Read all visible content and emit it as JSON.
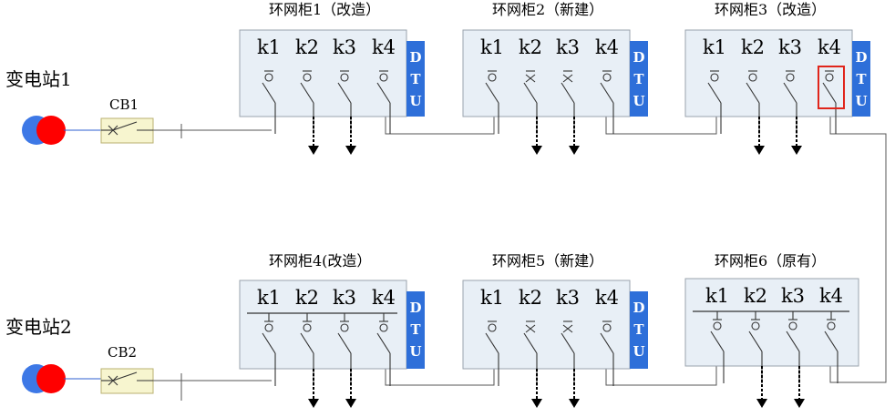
{
  "colors": {
    "cabinet_fill": "#e8eff6",
    "cabinet_border": "#9aa3ad",
    "dtu_fill": "#2e6fd9",
    "cb_fill": "#f7f5cf",
    "substation_red": "#ff0000",
    "substation_blue": "#3d78e6",
    "highlight": "#e0251b",
    "wire": "#555555"
  },
  "substations": [
    {
      "label": "变电站1",
      "breaker": "CB1"
    },
    {
      "label": "变电站2",
      "breaker": "CB2"
    }
  ],
  "cabinets": [
    {
      "id": "c1",
      "title": "环网柜1（改造）",
      "dtu": [
        "D",
        "T",
        "U"
      ],
      "switches": [
        {
          "label": "k1",
          "type": "closed-open",
          "highlight": false,
          "busbar": false
        },
        {
          "label": "k2",
          "type": "closed-open",
          "highlight": false,
          "busbar": false
        },
        {
          "label": "k3",
          "type": "closed-open",
          "highlight": false,
          "busbar": false
        },
        {
          "label": "k4",
          "type": "closed-open",
          "highlight": false,
          "busbar": false
        }
      ]
    },
    {
      "id": "c2",
      "title": "环网柜2（新建）",
      "dtu": [
        "D",
        "T",
        "U"
      ],
      "switches": [
        {
          "label": "k1",
          "type": "load",
          "highlight": false,
          "busbar": false
        },
        {
          "label": "k2",
          "type": "breaker",
          "highlight": false,
          "busbar": false
        },
        {
          "label": "k3",
          "type": "breaker",
          "highlight": false,
          "busbar": false
        },
        {
          "label": "k4",
          "type": "load",
          "highlight": false,
          "busbar": false
        }
      ]
    },
    {
      "id": "c3",
      "title": "环网柜3（改造）",
      "dtu": [
        "D",
        "T",
        "U"
      ],
      "switches": [
        {
          "label": "k1",
          "type": "load",
          "highlight": false,
          "busbar": false
        },
        {
          "label": "k2",
          "type": "load",
          "highlight": false,
          "busbar": false
        },
        {
          "label": "k3",
          "type": "load",
          "highlight": false,
          "busbar": false
        },
        {
          "label": "k4",
          "type": "load",
          "highlight": true,
          "busbar": false
        }
      ]
    },
    {
      "id": "c4",
      "title": "环网柜4(改造）",
      "dtu": [
        "D",
        "T",
        "U"
      ],
      "switches": [
        {
          "label": "k1",
          "type": "load",
          "highlight": false,
          "busbar": true
        },
        {
          "label": "k2",
          "type": "load",
          "highlight": false,
          "busbar": true
        },
        {
          "label": "k3",
          "type": "load",
          "highlight": false,
          "busbar": true
        },
        {
          "label": "k4",
          "type": "load",
          "highlight": false,
          "busbar": true
        }
      ]
    },
    {
      "id": "c5",
      "title": "环网柜5（新建）",
      "dtu": [
        "D",
        "T",
        "U"
      ],
      "switches": [
        {
          "label": "k1",
          "type": "load",
          "highlight": false,
          "busbar": false
        },
        {
          "label": "k2",
          "type": "breaker",
          "highlight": false,
          "busbar": false
        },
        {
          "label": "k3",
          "type": "breaker",
          "highlight": false,
          "busbar": false
        },
        {
          "label": "k4",
          "type": "load",
          "highlight": false,
          "busbar": false
        }
      ]
    },
    {
      "id": "c6",
      "title": "环网柜6（原有）",
      "dtu": [],
      "switches": [
        {
          "label": "k1",
          "type": "load",
          "highlight": false,
          "busbar": true
        },
        {
          "label": "k2",
          "type": "load",
          "highlight": false,
          "busbar": true
        },
        {
          "label": "k3",
          "type": "load",
          "highlight": false,
          "busbar": true
        },
        {
          "label": "k4",
          "type": "load",
          "highlight": false,
          "busbar": true
        }
      ]
    }
  ]
}
